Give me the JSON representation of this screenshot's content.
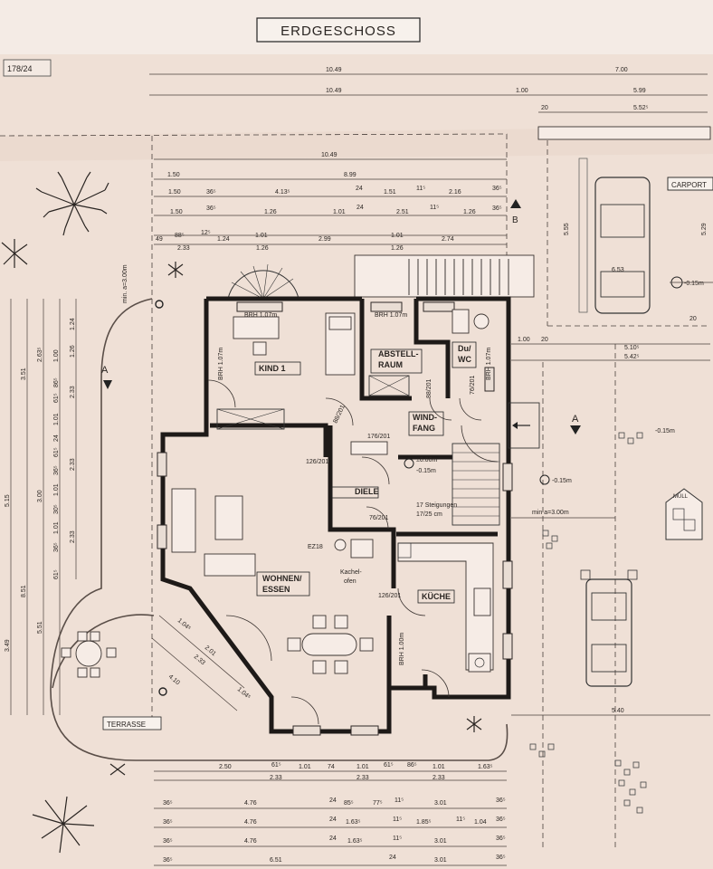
{
  "title": "ERDGESCHOSS",
  "parcel": "178/24",
  "rooms": {
    "kind": "KIND 1",
    "abstell": [
      "ABSTELL-",
      "RAUM"
    ],
    "duwc": [
      "Du/",
      "WC"
    ],
    "windfang": [
      "WIND-",
      "FANG"
    ],
    "diele": "DIELE",
    "wohnen": [
      "WOHNEN/",
      "ESSEN"
    ],
    "kueche": "KÜCHE",
    "terrasse": "TERRASSE",
    "carport": "CARPORT",
    "muell": "MÜLL"
  },
  "notes": {
    "brh_top": "BRH 1.07m",
    "brh_top2": "BRH 1.07m",
    "brh_kind": "BRH 1.07m",
    "brh_wc": "BRH 1.07m",
    "brh_kueche": "BRH 1.00m",
    "door_126_201_a": "126/201",
    "door_126_201_b": "126/201",
    "door_176_201": "176/201",
    "door_76_201_a": "76/201",
    "door_76_201_b": "76/201",
    "door_88_201_a": "88/201",
    "door_88_201_b": "88/201",
    "level_00": "±0.00m",
    "level_015a": "-0.15m",
    "level_015b": "-0.15m",
    "level_015c": "-0.15m",
    "level_015d": "-0.15m",
    "stairs": "17 Steigungen",
    "stairs2": "17/25 cm",
    "ez": "EZ18",
    "kachelofen": [
      "Kachel-",
      "ofen"
    ],
    "section_a": "A",
    "section_b": "B",
    "min_a": "min a=3.00m",
    "min_a2": "min. a=3.00m"
  },
  "dims_top": {
    "r1a": "10.49",
    "r1b": "7.00",
    "r2a": "10.49",
    "r2b": "1.00",
    "r2c": "5.99",
    "r3a": "20",
    "r3b": "5.52⁵",
    "r4": "10.49",
    "r5a": "1.50",
    "r5b": "8.99",
    "r6": [
      "1.50",
      "36⁵",
      "4.13⁵",
      "24",
      "1.51",
      "11⁵",
      "2.16",
      "36⁵"
    ],
    "r7": [
      "1.50",
      "36⁵",
      "1.26",
      "1.01",
      "24",
      "2.51",
      "11⁵",
      "1.26",
      "36⁵"
    ],
    "r8": [
      "49",
      "88⁵",
      "12⁵",
      "1.24",
      "1.01",
      "2.99",
      "1.01",
      "2.74"
    ],
    "r9": [
      "2.33",
      "1.26",
      "1.26"
    ]
  },
  "dims_right": {
    "d1": "5.10⁵",
    "d2": "5.42⁵",
    "d3": "5.40",
    "d4": "6.53",
    "d5": "5.55",
    "d6": "5.29",
    "d7": "1.00",
    "d8": "20",
    "d9": "20"
  },
  "dims_left": {
    "c1": [
      "1.24",
      "1.00",
      "2.63⁵",
      "1.26",
      "2.33",
      "2.33",
      "2.33",
      "3.00",
      "8.51",
      "5.51"
    ],
    "c2": [
      "3.51",
      "1.01",
      "24",
      "61⁵",
      "86⁵",
      "61⁵",
      "36⁵",
      "1.01",
      "30⁵",
      "1.01",
      "36⁵",
      "61⁵",
      "5.15",
      "3.49"
    ]
  },
  "dims_diag": {
    "a": "1.04⁵",
    "b": "2.01",
    "c": "2.33",
    "d": "4.10",
    "e": "1.04⁵"
  },
  "dims_bottom": {
    "b1": [
      "2.50",
      "61⁵",
      "1.01",
      "74",
      "1.01",
      "61⁵",
      "86⁵",
      "1.01",
      "1.63⁵"
    ],
    "b2": [
      "2.33",
      "2.33",
      "2.33"
    ],
    "b3": [
      "36⁵",
      "4.76",
      "24",
      "85⁵",
      "77⁵",
      "11⁵",
      "3.01",
      "36⁵"
    ],
    "b4": [
      "36⁵",
      "4.76",
      "24",
      "1.63⁵",
      "11⁵",
      "1.85⁵",
      "11⁵",
      "1.04",
      "36⁵"
    ],
    "b5": [
      "36⁵",
      "4.76",
      "24",
      "1.63⁵",
      "11⁵",
      "3.01",
      "36⁵"
    ],
    "b6": [
      "36⁵",
      "6.51",
      "24",
      "3.01",
      "36⁵"
    ]
  }
}
